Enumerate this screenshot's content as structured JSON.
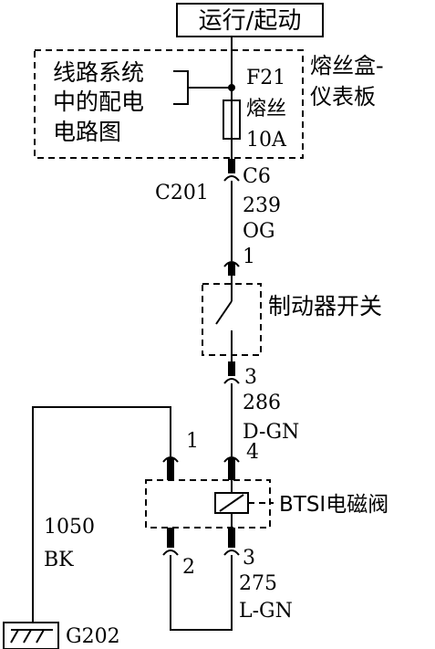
{
  "power": {
    "label": "运行/起动"
  },
  "fuse_box": {
    "ref_lines": [
      "线路系统",
      "中的配电",
      "电路图"
    ],
    "fuse_id": "F21",
    "fuse_word": "熔丝",
    "fuse_rating": "10A",
    "name_line1": "熔丝盒-",
    "name_line2": "仪表板"
  },
  "connector_c201": {
    "name": "C201",
    "pin": "C6"
  },
  "wire_239": {
    "circuit": "239",
    "color": "OG"
  },
  "brake_switch": {
    "pin_in": "1",
    "name": "制动器开关",
    "pin_out": "3"
  },
  "wire_286": {
    "circuit": "286",
    "color": "D-GN"
  },
  "btsi": {
    "pin_1": "1",
    "pin_4": "4",
    "pin_2": "2",
    "pin_3": "3",
    "name": "BTSI电磁阀"
  },
  "wire_1050": {
    "circuit": "1050",
    "color": "BK"
  },
  "wire_275": {
    "circuit": "275",
    "color": "L-GN"
  },
  "ground": {
    "name": "G202"
  }
}
